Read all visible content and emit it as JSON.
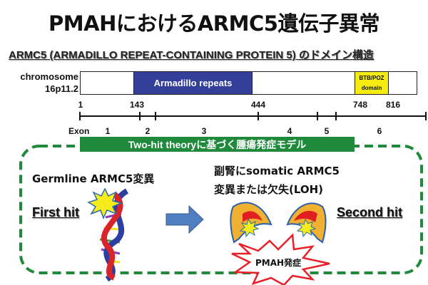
{
  "title": "PMAHにおけるARMC5遺伝子異常",
  "subtitle": "ARMC5 (ARMADILLO REPEAT-CONTAINING PROTEIN 5) のドメイン構造",
  "chromosome": {
    "line1": "chromosome",
    "line2": "16p11.2"
  },
  "domains": {
    "armadillo": "Armadillo repeats",
    "btb_line1": "BTB/POZ",
    "btb_line2": "domain"
  },
  "positions": [
    "1",
    "143",
    "444",
    "748",
    "816"
  ],
  "exon_label": "Exon",
  "exons": [
    "1",
    "2",
    "3",
    "4",
    "5",
    "6"
  ],
  "model": {
    "title": "Two-hit theoryに基づく腫瘍発症モデル",
    "germline": "Germline  ARMC5変異",
    "first_hit": "First hit",
    "somatic_line1": "副腎にsomatic ARMC5",
    "somatic_line2": "変異または欠失(LOH)",
    "second_hit": "Second hit",
    "onset": "PMAH発症"
  },
  "colors": {
    "armadillo": "#333f99",
    "btb": "#f3eb12",
    "green": "#1f8a3b",
    "burst": "#e8202a"
  }
}
